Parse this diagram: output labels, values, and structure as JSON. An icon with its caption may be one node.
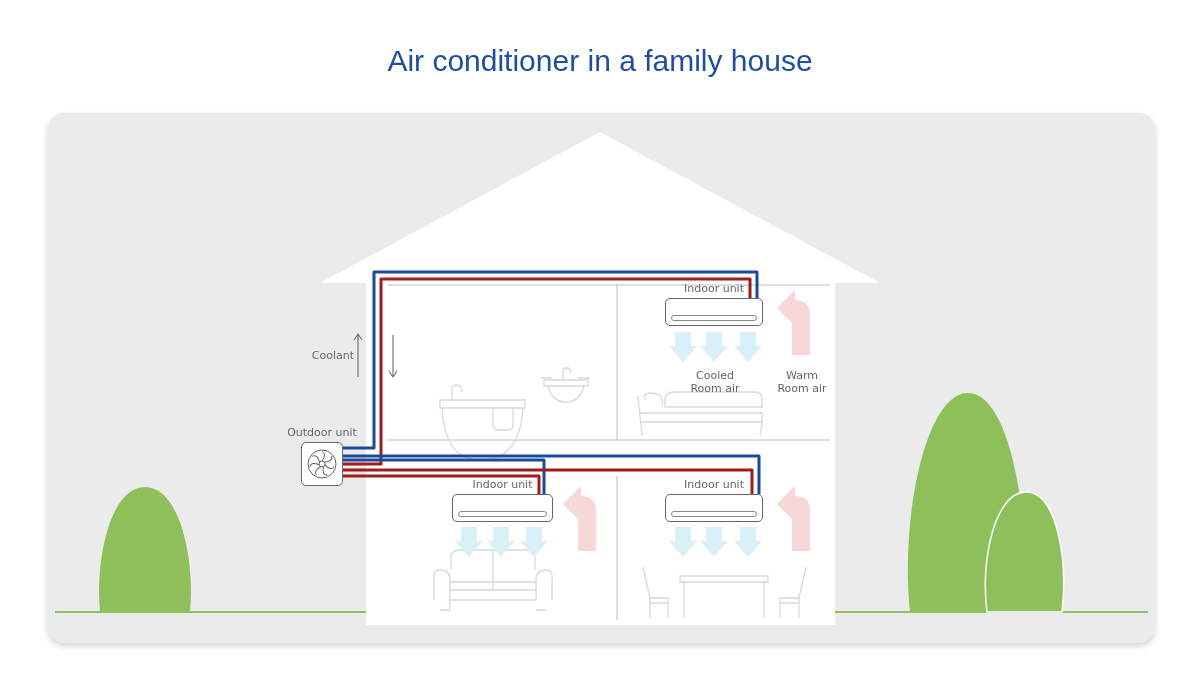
{
  "diagram": {
    "title": "Air conditioner in a family house",
    "nodes": [
      {
        "text": [
          "Outdoor unit"
        ]
      },
      {
        "text": [
          "Indoor unit"
        ]
      },
      {
        "text": [
          "Indoor unit"
        ]
      },
      {
        "text": [
          "Indoor unit"
        ]
      }
    ],
    "edges": [
      {
        "from": 0,
        "to": 1,
        "arrow": "none",
        "color": "#1a4a9c"
      },
      {
        "from": 0,
        "to": 1,
        "arrow": "none",
        "color": "#a01c1c"
      },
      {
        "from": 0,
        "to": 3,
        "arrow": "none",
        "color": "#1a4a9c"
      },
      {
        "from": 0,
        "to": 2,
        "arrow": "none",
        "color": "#1a4a9c"
      },
      {
        "from": 0,
        "to": 3,
        "arrow": "none",
        "color": "#a01c1c"
      },
      {
        "from": 0,
        "to": 2,
        "arrow": "none",
        "color": "#a01c1c"
      }
    ],
    "labels": [
      "Coolant",
      "Cooled Room air",
      "Warm Room air"
    ]
  }
}
